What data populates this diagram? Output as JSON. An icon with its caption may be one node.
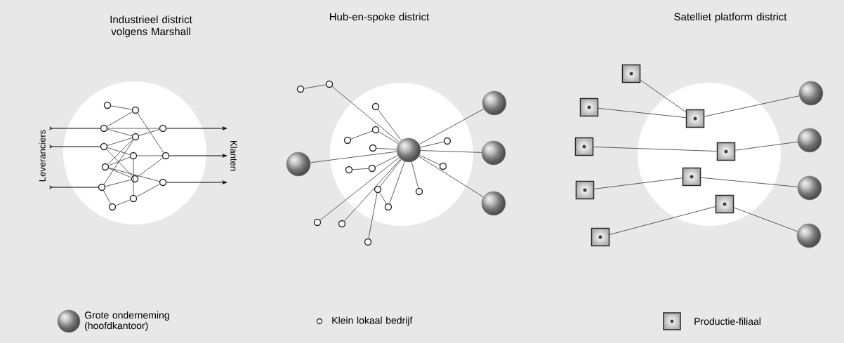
{
  "diagram": {
    "nodes": [
      {
        "text": [
          "Leveranciers"
        ]
      },
      {
        "text": [],
        "shape": "circle"
      },
      {
        "text": [],
        "shape": "circle"
      },
      {
        "text": [],
        "shape": "circle"
      },
      {
        "text": [],
        "shape": "circle"
      },
      {
        "text": [],
        "shape": "circle"
      },
      {
        "text": [],
        "shape": "circle"
      },
      {
        "text": [],
        "shape": "circle"
      },
      {
        "text": [],
        "shape": "circle"
      },
      {
        "text": [],
        "shape": "circle"
      },
      {
        "text": [],
        "shape": "circle"
      },
      {
        "text": [],
        "shape": "circle"
      },
      {
        "text": [],
        "shape": "circle"
      },
      {
        "text": [],
        "shape": "circle"
      },
      {
        "text": [],
        "shape": "circle"
      },
      {
        "text": [
          "Klanten"
        ]
      },
      {
        "text": [],
        "shape": "circle"
      },
      {
        "text": [],
        "shape": "circle"
      },
      {
        "text": [],
        "shape": "circle"
      },
      {
        "text": [],
        "shape": "circle"
      },
      {
        "text": [],
        "shape": "circle"
      },
      {
        "text": [],
        "shape": "circle"
      },
      {
        "text": [],
        "shape": "circle"
      },
      {
        "text": [],
        "shape": "circle"
      },
      {
        "text": [],
        "shape": "circle"
      },
      {
        "text": [],
        "shape": "circle"
      },
      {
        "text": [],
        "shape": "circle"
      },
      {
        "text": [],
        "shape": "circle"
      },
      {
        "text": [],
        "shape": "circle"
      },
      {
        "text": [],
        "shape": "circle"
      },
      {
        "text": [],
        "shape": "circle"
      },
      {
        "text": [],
        "shape": "circle"
      },
      {
        "text": [],
        "shape": "circle"
      },
      {
        "text": [],
        "shape": "circle"
      },
      {
        "text": [],
        "shape": "circle"
      },
      {
        "text": [],
        "shape": "circle"
      },
      {
        "text": [],
        "shape": "circle"
      },
      {
        "text": [],
        "shape": "box"
      },
      {
        "text": [],
        "shape": "box"
      },
      {
        "text": [],
        "shape": "box"
      },
      {
        "text": [],
        "shape": "box"
      },
      {
        "text": [],
        "shape": "box"
      },
      {
        "text": [],
        "shape": "box"
      },
      {
        "text": [],
        "shape": "box"
      },
      {
        "text": [],
        "shape": "box"
      },
      {
        "text": [],
        "shape": "box"
      },
      {
        "text": [],
        "shape": "circle"
      },
      {
        "text": [],
        "shape": "circle"
      },
      {
        "text": [],
        "shape": "circle"
      },
      {
        "text": [],
        "shape": "circle"
      }
    ],
    "edges": [
      {
        "from": 1,
        "to": 2,
        "arrow": "none"
      },
      {
        "from": 2,
        "to": 3,
        "arrow": "none"
      },
      {
        "from": 2,
        "to": 8,
        "arrow": "none"
      },
      {
        "from": 3,
        "to": 4,
        "arrow": "none"
      },
      {
        "from": 3,
        "to": 5,
        "arrow": "none"
      },
      {
        "from": 4,
        "to": 5,
        "arrow": "none"
      },
      {
        "from": 4,
        "to": 6,
        "arrow": "none"
      },
      {
        "from": 4,
        "to": 9,
        "arrow": "none"
      },
      {
        "from": 4,
        "to": 10,
        "arrow": "none"
      },
      {
        "from": 6,
        "to": 7,
        "arrow": "none"
      },
      {
        "from": 6,
        "to": 11,
        "arrow": "none"
      },
      {
        "from": 7,
        "to": 8,
        "arrow": "none"
      },
      {
        "from": 7,
        "to": 9,
        "arrow": "none"
      },
      {
        "from": 7,
        "to": 13,
        "arrow": "none"
      },
      {
        "from": 9,
        "to": 11,
        "arrow": "none"
      },
      {
        "from": 9,
        "to": 12,
        "arrow": "none"
      },
      {
        "from": 10,
        "to": 11,
        "arrow": "none"
      },
      {
        "from": 10,
        "to": 14,
        "arrow": "none"
      },
      {
        "from": 11,
        "to": 8,
        "arrow": "none"
      },
      {
        "from": 12,
        "to": 13,
        "arrow": "none"
      },
      {
        "from": 13,
        "to": 14,
        "arrow": "none"
      },
      {
        "from": 0,
        "to": 3,
        "arrow": "other"
      },
      {
        "from": 0,
        "to": 6,
        "arrow": "other"
      },
      {
        "from": 0,
        "to": 10,
        "arrow": "other"
      },
      {
        "from": 5,
        "to": 15,
        "arrow": "to"
      },
      {
        "from": 8,
        "to": 15,
        "arrow": "to"
      },
      {
        "from": 12,
        "to": 15,
        "arrow": "to"
      },
      {
        "from": 16,
        "to": 17,
        "arrow": "none"
      },
      {
        "from": 17,
        "to": 23,
        "arrow": "none"
      },
      {
        "from": 18,
        "to": 23,
        "arrow": "none"
      },
      {
        "from": 20,
        "to": 19,
        "arrow": "none"
      },
      {
        "from": 19,
        "to": 23,
        "arrow": "none"
      },
      {
        "from": 22,
        "to": 23,
        "arrow": "none"
      },
      {
        "from": 21,
        "to": 23,
        "arrow": "none"
      },
      {
        "from": 24,
        "to": 25,
        "arrow": "none"
      },
      {
        "from": 25,
        "to": 23,
        "arrow": "none"
      },
      {
        "from": 23,
        "to": 26,
        "arrow": "none"
      },
      {
        "from": 23,
        "to": 27,
        "arrow": "none"
      },
      {
        "from": 28,
        "to": 23,
        "arrow": "none"
      },
      {
        "from": 29,
        "to": 23,
        "arrow": "none"
      },
      {
        "from": 28,
        "to": 30,
        "arrow": "none"
      },
      {
        "from": 30,
        "to": 23,
        "arrow": "none"
      },
      {
        "from": 31,
        "to": 23,
        "arrow": "none"
      },
      {
        "from": 32,
        "to": 23,
        "arrow": "none"
      },
      {
        "from": 33,
        "to": 28,
        "arrow": "none"
      },
      {
        "from": 23,
        "to": 34,
        "arrow": "none"
      },
      {
        "from": 23,
        "to": 35,
        "arrow": "none"
      },
      {
        "from": 23,
        "to": 36,
        "arrow": "none"
      },
      {
        "from": 37,
        "to": 42,
        "arrow": "none"
      },
      {
        "from": 38,
        "to": 42,
        "arrow": "none"
      },
      {
        "from": 42,
        "to": 46,
        "arrow": "none"
      },
      {
        "from": 39,
        "to": 43,
        "arrow": "none"
      },
      {
        "from": 43,
        "to": 47,
        "arrow": "none"
      },
      {
        "from": 40,
        "to": 44,
        "arrow": "none"
      },
      {
        "from": 44,
        "to": 48,
        "arrow": "none"
      },
      {
        "from": 41,
        "to": 45,
        "arrow": "none"
      },
      {
        "from": 45,
        "to": 49,
        "arrow": "none"
      }
    ],
    "labels": [
      "Industrieel district volgens Marshall",
      "Hub-en-spoke district",
      "Satelliet platform district"
    ],
    "legend": [
      {
        "text": "Grote onderneming (hoofdkantoor)"
      },
      {
        "text": "Klein lokaal bedrijf"
      },
      {
        "text": "Productie-filiaal"
      }
    ]
  }
}
